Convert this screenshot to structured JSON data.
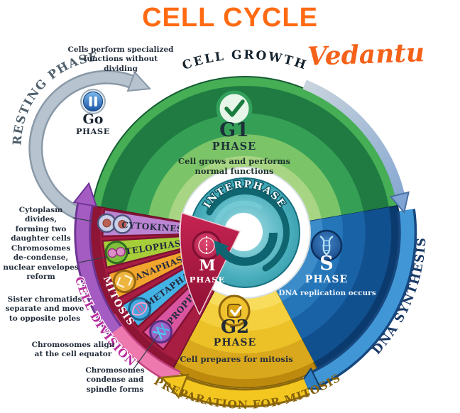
{
  "title": "CELL CYCLE",
  "brand": "Vedantu",
  "outer_labels": {
    "resting": "RESTING PHASE",
    "growth": "CELL GROWTH",
    "dna": "DNA SYNTHESIS",
    "prep": "PREPARATION FOR MITOSIS",
    "division": "CELL DIVISION",
    "mitosis": "MITOSIS",
    "interphase": "INTERPHASE"
  },
  "phases": {
    "g0": {
      "name": "Go",
      "sub": "PHASE"
    },
    "g1": {
      "name": "G1",
      "sub": "PHASE",
      "desc1": "Cell grows and performs",
      "desc2": "normal functions"
    },
    "s": {
      "name": "S",
      "sub": "PHASE",
      "desc1": "DNA replication occurs"
    },
    "g2": {
      "name": "G2",
      "sub": "PHASE",
      "desc1": "Cell prepares for mitosis"
    },
    "m": {
      "name": "M",
      "sub": "PHASE"
    }
  },
  "mitosis_stages": [
    {
      "label": "CYTOKINESIS"
    },
    {
      "label": "TELOPHASE"
    },
    {
      "label": "ANAPHASE"
    },
    {
      "label": "METAPHASE"
    },
    {
      "label": "PROPHASE"
    }
  ],
  "annotations": {
    "g0_note": [
      "Cells perform specialized",
      "functions without dividing"
    ],
    "cyto_note": [
      "Cytoplasm divides,",
      "forming two",
      "daughter cells"
    ],
    "telo_note": [
      "Chromosomes",
      "de-condense,",
      "nuclear envelopes",
      "reform"
    ],
    "ana_note": [
      "Sister chromatids",
      "separate and move",
      "to opposite poles"
    ],
    "meta_note": [
      "Chromosomes align",
      "at the cell equator"
    ],
    "pro_note": [
      "Chromosomes",
      "condense and",
      "spindle forms"
    ]
  },
  "icons": {
    "g0": "pause-icon",
    "g1": "check-icon",
    "s": "dna-icon",
    "g2": "checkbox-icon",
    "m": "cell-division-icon",
    "interphase": "cycle-spiral-icon",
    "cytokinesis": "daughter-cells-icon",
    "telophase": "two-nuclei-cell-icon",
    "anaphase": "separating-chromatids-icon",
    "metaphase": "spindle-icon",
    "prophase": "condensed-chromosomes-icon"
  },
  "colors": {
    "title": "#FF6A13",
    "brand": "#F4621A",
    "g1_green": "#35A055",
    "s_blue": "#1A62A6",
    "g2_yellow": "#ECC127",
    "m_crimson": "#A81D42",
    "cytokinesis": "#BB85D3",
    "telophase": "#A6CE39",
    "anaphase": "#F2A52C",
    "metaphase": "#43B3E6",
    "prophase": "#DA55A0",
    "interphase_teal": "#2795A6",
    "resting_gray": "#B7C3CE",
    "division_purple": "#A55CC2",
    "prep_gold": "#85610C",
    "dna_navy": "#1A3A66"
  }
}
